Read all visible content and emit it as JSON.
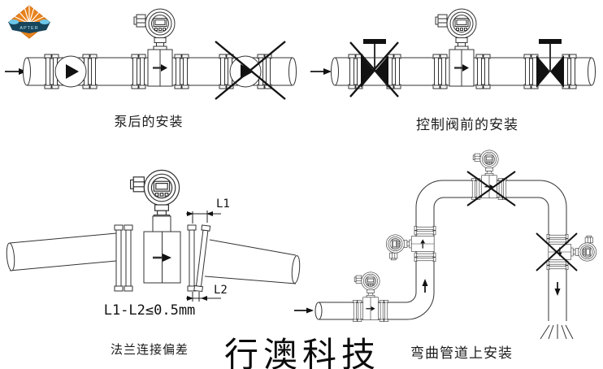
{
  "logo": {
    "text": "APTER"
  },
  "diagrams": {
    "after_pump": {
      "caption": "泵后的安装"
    },
    "before_valve": {
      "caption": "控制阀前的安装"
    },
    "flange_deviation": {
      "caption": "法兰连接偏差",
      "formula": "L1-L2≤0.5mm",
      "dim_top": "L1",
      "dim_bottom": "L2"
    },
    "bent_pipe": {
      "caption": "弯曲管道上安装"
    }
  },
  "watermark": "行澳科技",
  "colors": {
    "line": "#333333",
    "ink": "#111111",
    "logo_orange": "#e8831c",
    "logo_banner": "#16455c",
    "logo_splash": "#6cc8ea"
  }
}
